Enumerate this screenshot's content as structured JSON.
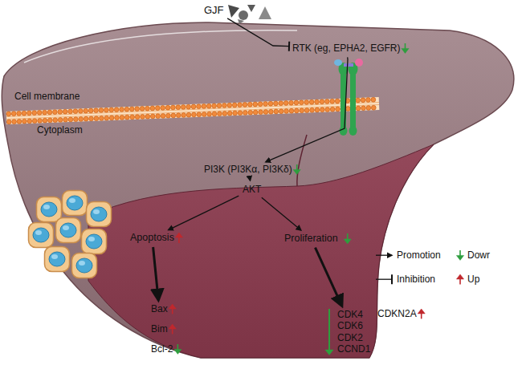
{
  "diagram": {
    "nodes": [
      {
        "text": [
          "GJF"
        ]
      },
      {
        "text": [
          "RTK (eg, EPHA2, EGFR)"
        ]
      },
      {
        "text": [
          "PI3K (PI3Kα, PI3Kδ)"
        ]
      },
      {
        "text": [
          "AKT"
        ]
      },
      {
        "text": [
          "Apoptosis"
        ]
      },
      {
        "text": [
          "Proliferation"
        ]
      },
      {
        "text": [
          "Bax"
        ]
      },
      {
        "text": [
          "Bim"
        ]
      },
      {
        "text": [
          "Bcl-2"
        ]
      },
      {
        "text": [
          "CDK4",
          "CDK6",
          "CDK2",
          "CCND1"
        ]
      }
    ],
    "edges": [
      {
        "from": 0,
        "to": 1,
        "arrow": "to"
      },
      {
        "from": 1,
        "to": 2,
        "arrow": "to"
      },
      {
        "from": 2,
        "to": 3,
        "arrow": "to"
      },
      {
        "from": 3,
        "to": 4,
        "arrow": "to"
      },
      {
        "from": 3,
        "to": 5,
        "arrow": "to"
      },
      {
        "from": 4,
        "to": 6,
        "arrow": "to"
      },
      {
        "from": 5,
        "to": 9,
        "arrow": "to"
      }
    ],
    "labels": [
      "Cell membrane",
      "Cytoplasm",
      "CDKN2A"
    ],
    "legend": [
      {
        "text": "Promotion"
      },
      {
        "text": "Dowr"
      },
      {
        "text": "Inhibition"
      },
      {
        "text": "Up"
      }
    ]
  }
}
